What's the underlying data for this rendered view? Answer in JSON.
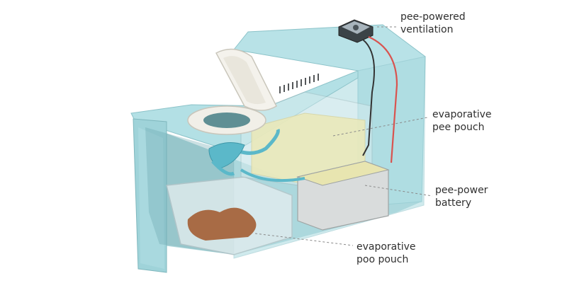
{
  "labels": {
    "ventilation": {
      "line1": "pee-powered",
      "line2": "ventilation"
    },
    "pee_pouch": {
      "line1": "evaporative",
      "line2": "pee pouch"
    },
    "battery": {
      "line1": "pee-power",
      "line2": "battery"
    },
    "poo_pouch": {
      "line1": "evaporative",
      "line2": "poo pouch"
    }
  },
  "colors": {
    "cabinet": "#a9d9df",
    "cabinet_shadow": "#8cc3c9",
    "pee_pouch": "#e8e39a",
    "battery": "#d9dcdc",
    "poo": "#a86b45",
    "tube": "#5bb8c9",
    "wire_red": "#d9534f",
    "wire_dark": "#333333"
  }
}
